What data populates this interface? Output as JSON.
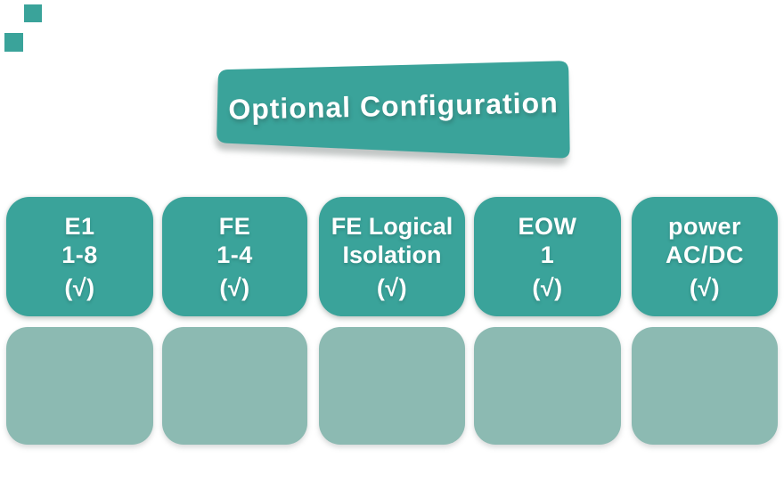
{
  "title_banner": {
    "label": "Optional Configuration"
  },
  "cards": [
    {
      "name": "e1",
      "line1": "E1",
      "line2": "1-8",
      "line3": "(√)"
    },
    {
      "name": "fe",
      "line1": "FE",
      "line2": "1-4",
      "line3": "(√)"
    },
    {
      "name": "fe-logical-isolation",
      "line1": "FE Logical",
      "line2": "Isolation",
      "line3": "(√)"
    },
    {
      "name": "eow",
      "line1": "EOW",
      "line2": "1",
      "line3": "(√)"
    },
    {
      "name": "power",
      "line1": "power",
      "line2": "AC/DC",
      "line3": "(√)"
    }
  ],
  "placeholder_count": 5,
  "icons": {
    "decor_squares": "css-square",
    "check_glyph": "√"
  },
  "colors": {
    "teal": "#3aa39a",
    "light_teal": "#8cbab2",
    "background": "#ffffff",
    "banner_text": "#ffffff",
    "card_text": "#ffffff"
  }
}
